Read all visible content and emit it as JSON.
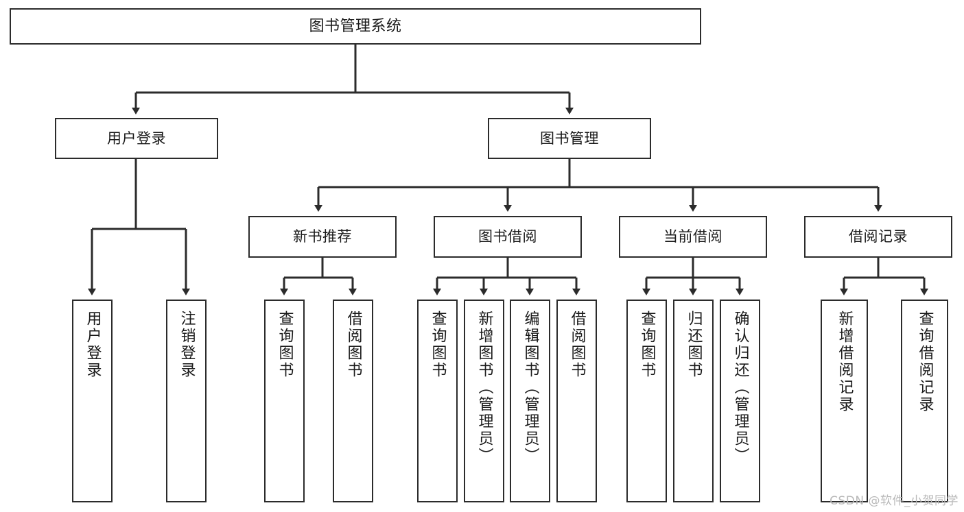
{
  "diagram": {
    "title_node": {
      "label": "图书管理系统"
    },
    "watermark": "CSDN @软件_小贺同学",
    "colors": {
      "stroke": "#2b2b2b",
      "fill": "#ffffff",
      "text": "#1a1a1a",
      "watermark": "#b9b9b9"
    },
    "level2": [
      {
        "label": "用户登录"
      },
      {
        "label": "图书管理"
      }
    ],
    "level3": [
      {
        "label": "新书推荐"
      },
      {
        "label": "图书借阅"
      },
      {
        "label": "当前借阅"
      },
      {
        "label": "借阅记录"
      }
    ],
    "leaves": {
      "user_login": [
        {
          "label": "用户登录"
        },
        {
          "label": "注销登录"
        }
      ],
      "new_book_recommend": [
        {
          "label": "查询图书"
        },
        {
          "label": "借阅图书"
        }
      ],
      "book_borrow": [
        {
          "label": "查询图书"
        },
        {
          "label": "新增图书（管理员）"
        },
        {
          "label": "编辑图书（管理员）"
        },
        {
          "label": "借阅图书"
        }
      ],
      "current_borrow": [
        {
          "label": "查询图书"
        },
        {
          "label": "归还图书"
        },
        {
          "label": "确认归还（管理员）"
        }
      ],
      "borrow_record": [
        {
          "label": "新增借阅记录"
        },
        {
          "label": "查询借阅记录"
        }
      ]
    }
  }
}
